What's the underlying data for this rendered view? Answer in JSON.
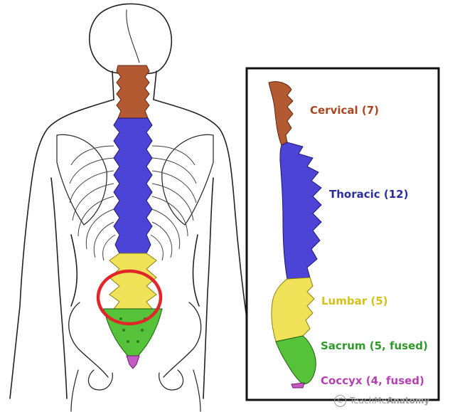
{
  "regions": [
    {
      "key": "cervical",
      "label": "Cervical (7)",
      "color": "#b35a33"
    },
    {
      "key": "thoracic",
      "label": "Thoracic (12)",
      "color": "#4b44d6"
    },
    {
      "key": "lumbar",
      "label": "Lumbar (5)",
      "color": "#f0e35a"
    },
    {
      "key": "sacrum",
      "label": "Sacrum (5, fused)",
      "color": "#55c23a"
    },
    {
      "key": "coccyx",
      "label": "Coccyx (4, fused)",
      "color": "#c25bc4"
    }
  ],
  "highlight_color": "#e0262b",
  "watermark": {
    "symbol": "C",
    "prefix": "TeachMe",
    "brand": "Anatomy"
  }
}
